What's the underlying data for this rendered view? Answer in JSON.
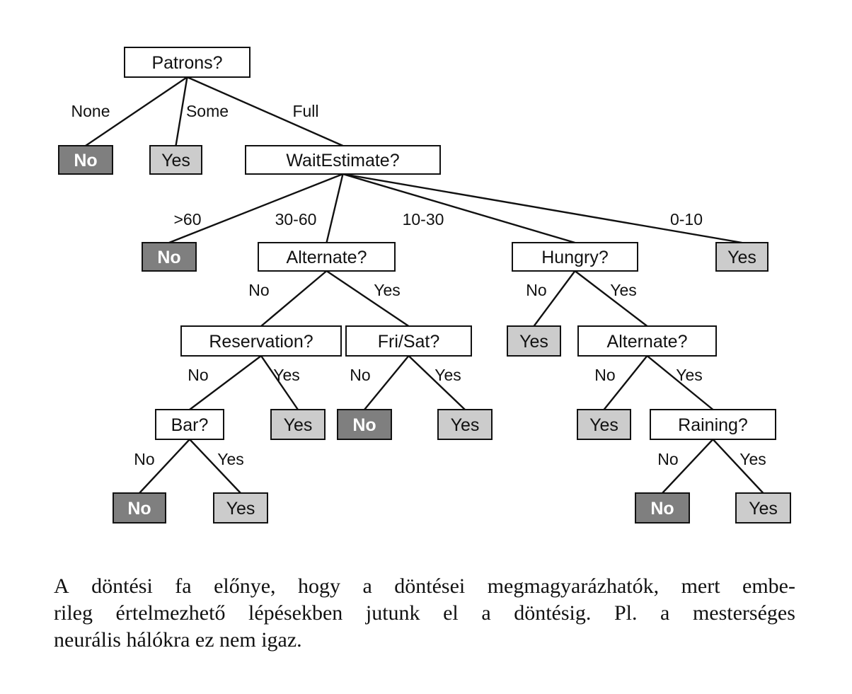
{
  "tree": {
    "nodes": {
      "patrons": {
        "label": "Patrons?",
        "kind": "question"
      },
      "no1": {
        "label": "No",
        "kind": "no"
      },
      "yes1": {
        "label": "Yes",
        "kind": "yes"
      },
      "waitestimate": {
        "label": "WaitEstimate?",
        "kind": "question"
      },
      "no2": {
        "label": "No",
        "kind": "no"
      },
      "alternate1": {
        "label": "Alternate?",
        "kind": "question"
      },
      "hungry": {
        "label": "Hungry?",
        "kind": "question"
      },
      "yes2": {
        "label": "Yes",
        "kind": "yes"
      },
      "reservation": {
        "label": "Reservation?",
        "kind": "question"
      },
      "frisat": {
        "label": "Fri/Sat?",
        "kind": "question"
      },
      "yes3": {
        "label": "Yes",
        "kind": "yes"
      },
      "alternate2": {
        "label": "Alternate?",
        "kind": "question"
      },
      "bar": {
        "label": "Bar?",
        "kind": "question"
      },
      "yes4": {
        "label": "Yes",
        "kind": "yes"
      },
      "no3": {
        "label": "No",
        "kind": "no"
      },
      "yes5": {
        "label": "Yes",
        "kind": "yes"
      },
      "yes6": {
        "label": "Yes",
        "kind": "yes"
      },
      "raining": {
        "label": "Raining?",
        "kind": "question"
      },
      "no4": {
        "label": "No",
        "kind": "no"
      },
      "yes7": {
        "label": "Yes",
        "kind": "yes"
      },
      "no5": {
        "label": "No",
        "kind": "no"
      },
      "yes8": {
        "label": "Yes",
        "kind": "yes"
      }
    },
    "edges": [
      {
        "from": "patrons",
        "to": "no1",
        "label": "None"
      },
      {
        "from": "patrons",
        "to": "yes1",
        "label": "Some"
      },
      {
        "from": "patrons",
        "to": "waitestimate",
        "label": "Full"
      },
      {
        "from": "waitestimate",
        "to": "no2",
        "label": ">60"
      },
      {
        "from": "waitestimate",
        "to": "alternate1",
        "label": "30-60"
      },
      {
        "from": "waitestimate",
        "to": "hungry",
        "label": "10-30"
      },
      {
        "from": "waitestimate",
        "to": "yes2",
        "label": "0-10"
      },
      {
        "from": "alternate1",
        "to": "reservation",
        "label": "No"
      },
      {
        "from": "alternate1",
        "to": "frisat",
        "label": "Yes"
      },
      {
        "from": "hungry",
        "to": "yes3",
        "label": "No"
      },
      {
        "from": "hungry",
        "to": "alternate2",
        "label": "Yes"
      },
      {
        "from": "reservation",
        "to": "bar",
        "label": "No"
      },
      {
        "from": "reservation",
        "to": "yes4",
        "label": "Yes"
      },
      {
        "from": "frisat",
        "to": "no3",
        "label": "No"
      },
      {
        "from": "frisat",
        "to": "yes5",
        "label": "Yes"
      },
      {
        "from": "alternate2",
        "to": "yes6",
        "label": "No"
      },
      {
        "from": "alternate2",
        "to": "raining",
        "label": "Yes"
      },
      {
        "from": "bar",
        "to": "no4",
        "label": "No"
      },
      {
        "from": "bar",
        "to": "yes7",
        "label": "Yes"
      },
      {
        "from": "raining",
        "to": "no5",
        "label": "No"
      },
      {
        "from": "raining",
        "to": "yes8",
        "label": "Yes"
      }
    ]
  },
  "caption": {
    "line1": "A döntési fa előnye, hogy a döntései megmagyarázhatók, mert embe-",
    "line2": "rileg értelmezhető lépésekben jutunk el a döntésig. Pl. a mesterséges",
    "line3": "neurális hálókra ez nem igaz."
  }
}
